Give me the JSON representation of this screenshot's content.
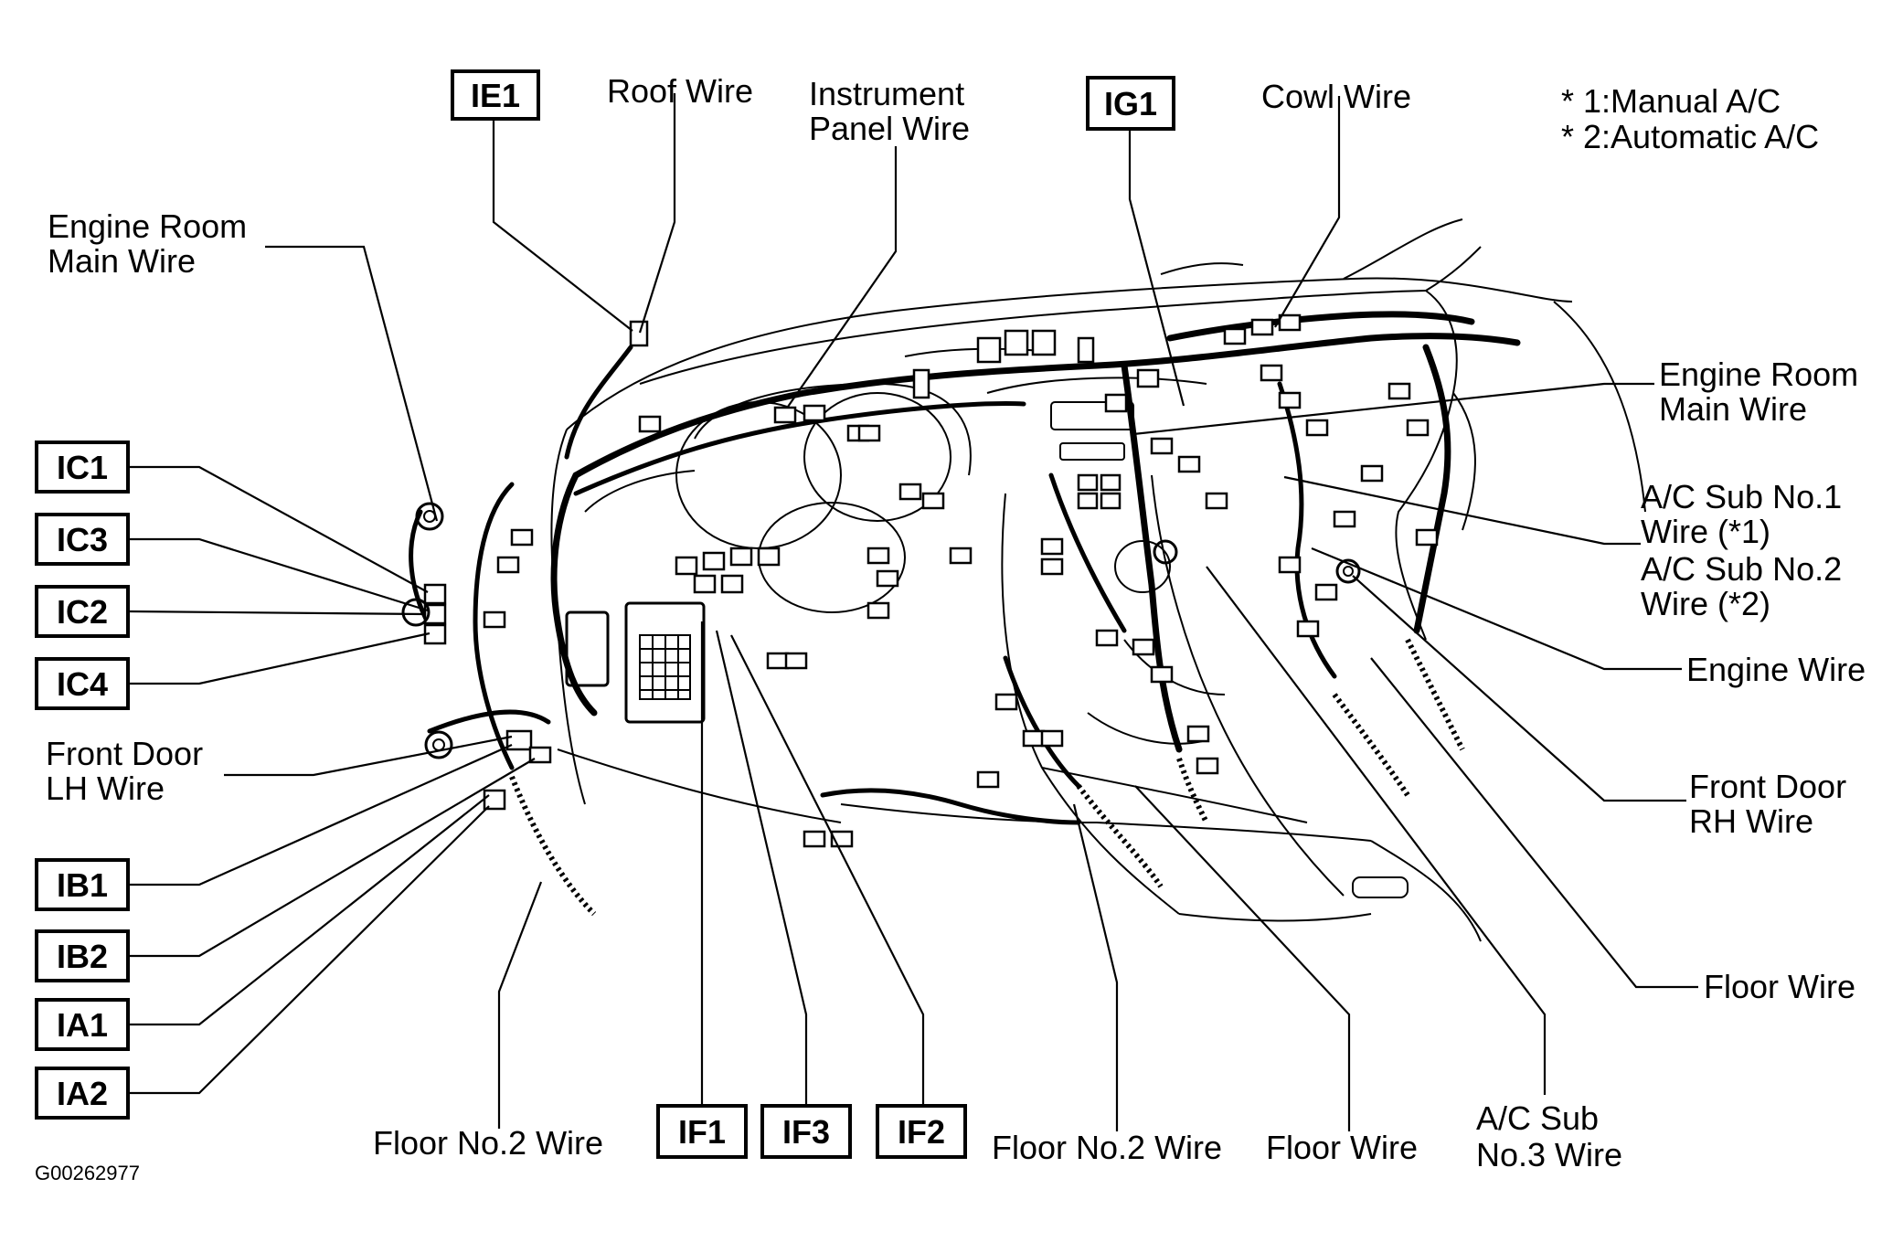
{
  "boxed_labels": [
    {
      "id": "IE1",
      "text": "IE1"
    },
    {
      "id": "IG1",
      "text": "IG1"
    },
    {
      "id": "IC1",
      "text": "IC1"
    },
    {
      "id": "IC3",
      "text": "IC3"
    },
    {
      "id": "IC2",
      "text": "IC2"
    },
    {
      "id": "IC4",
      "text": "IC4"
    },
    {
      "id": "IB1",
      "text": "IB1"
    },
    {
      "id": "IB2",
      "text": "IB2"
    },
    {
      "id": "IA1",
      "text": "IA1"
    },
    {
      "id": "IA2",
      "text": "IA2"
    },
    {
      "id": "IF1",
      "text": "IF1"
    },
    {
      "id": "IF3",
      "text": "IF3"
    },
    {
      "id": "IF2",
      "text": "IF2"
    }
  ],
  "labels": {
    "roof_wire": "Roof Wire",
    "instrument_panel_wire": [
      "Instrument",
      "Panel Wire"
    ],
    "cowl_wire": "Cowl Wire",
    "note_1": "* 1:Manual A/C",
    "note_2": "* 2:Automatic A/C",
    "engine_room_main_wire_left": [
      "Engine Room",
      "Main Wire"
    ],
    "engine_room_main_wire_right": [
      "Engine Room",
      "Main Wire"
    ],
    "ac_sub_wires": [
      "A/C Sub No.1",
      "Wire (*1)",
      "A/C Sub No.2",
      "Wire (*2)"
    ],
    "engine_wire": "Engine Wire",
    "front_door_rh_wire": [
      "Front Door",
      "RH Wire"
    ],
    "front_door_lh_wire": [
      "Front Door",
      "LH Wire"
    ],
    "floor_wire_right": "Floor Wire",
    "floor_no2_wire_left": "Floor No.2 Wire",
    "floor_no2_wire_center": "Floor No.2 Wire",
    "floor_wire_bottom": "Floor Wire",
    "ac_sub_no3_wire": [
      "A/C Sub",
      "No.3 Wire"
    ]
  },
  "figure_code": "G00262977"
}
